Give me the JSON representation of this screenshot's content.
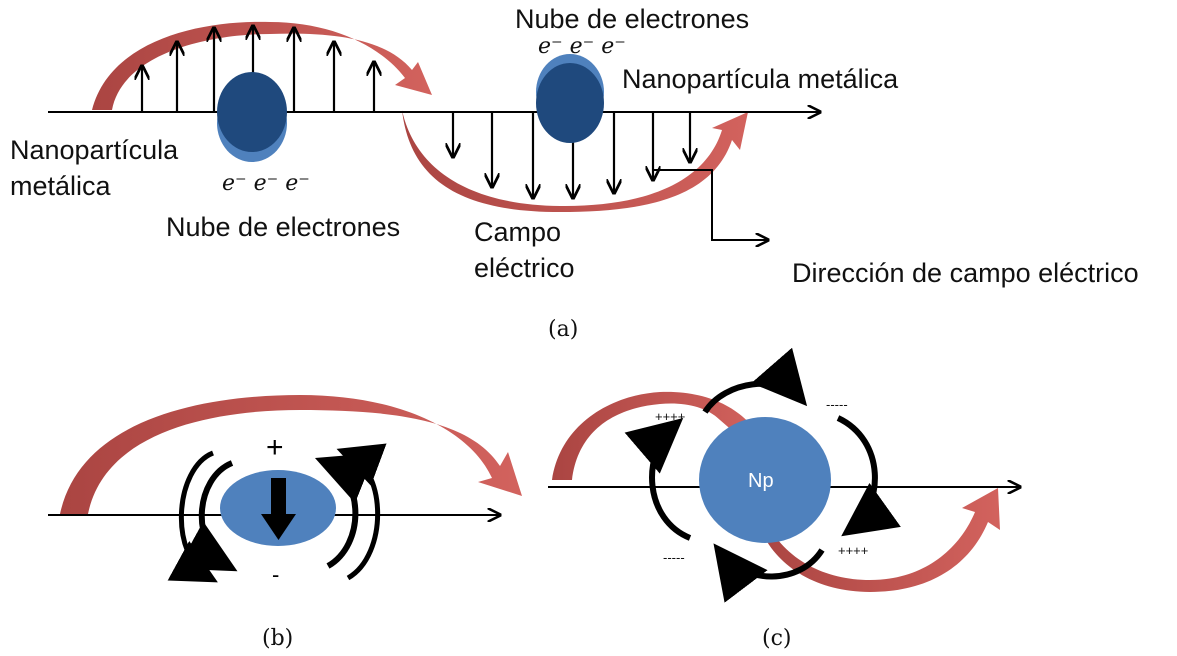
{
  "panel_a": {
    "label_np_left_1": "Nanopartícula",
    "label_np_left_2": "metálica",
    "label_cloud_bottom": "Nube de electrones",
    "electrons_bottom": "e⁻ e⁻ e⁻",
    "label_cloud_top": "Nube de electrones",
    "electrons_top": "e⁻ e⁻ e⁻",
    "label_np_right": "Nanopartícula metálica",
    "label_field_1": "Campo",
    "label_field_2": "eléctrico",
    "label_direction": "Dirección de campo eléctrico",
    "caption": "(a)"
  },
  "panel_b": {
    "plus": "+",
    "minus": "-",
    "caption": "(b)"
  },
  "panel_c": {
    "np_label": "Np",
    "plus_top": "++++",
    "minus_top": "-----",
    "minus_bottom": "-----",
    "plus_bottom": "++++",
    "caption": "(c)"
  },
  "colors": {
    "wave_red": "#c0504d",
    "particle_dark": "#1f497d",
    "particle_light": "#4f81bd",
    "stroke": "#000000"
  }
}
